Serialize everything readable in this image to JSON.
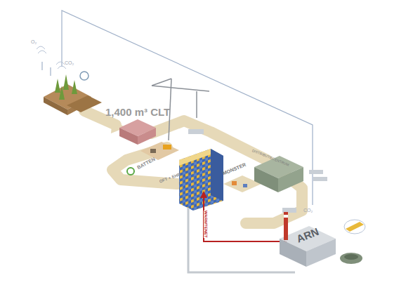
{
  "diagram": {
    "labels": [
      "O₂",
      "CO₂",
      "1,400 m³ CLT",
      "BATTEN",
      "OFT + EHR",
      "MONSTER",
      "DISTRIBUTIECENTRUM",
      "CO₂",
      "ARN",
      "WARMTENET"
    ]
  }
}
